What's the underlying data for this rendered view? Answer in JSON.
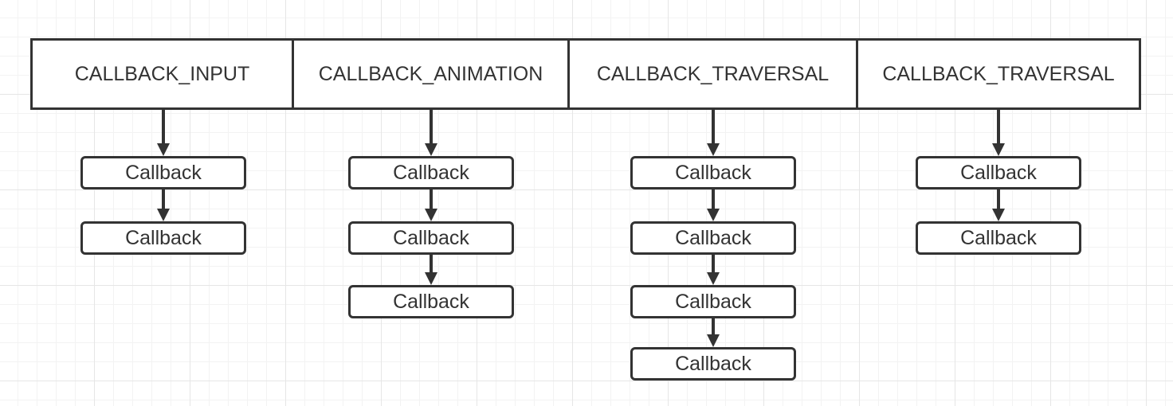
{
  "queues": [
    {
      "header": "CALLBACK_INPUT",
      "items": [
        "Callback",
        "Callback"
      ]
    },
    {
      "header": "CALLBACK_ANIMATION",
      "items": [
        "Callback",
        "Callback",
        "Callback"
      ]
    },
    {
      "header": "CALLBACK_TRAVERSAL",
      "items": [
        "Callback",
        "Callback",
        "Callback",
        "Callback"
      ]
    },
    {
      "header": "CALLBACK_TRAVERSAL",
      "items": [
        "Callback",
        "Callback"
      ]
    }
  ]
}
